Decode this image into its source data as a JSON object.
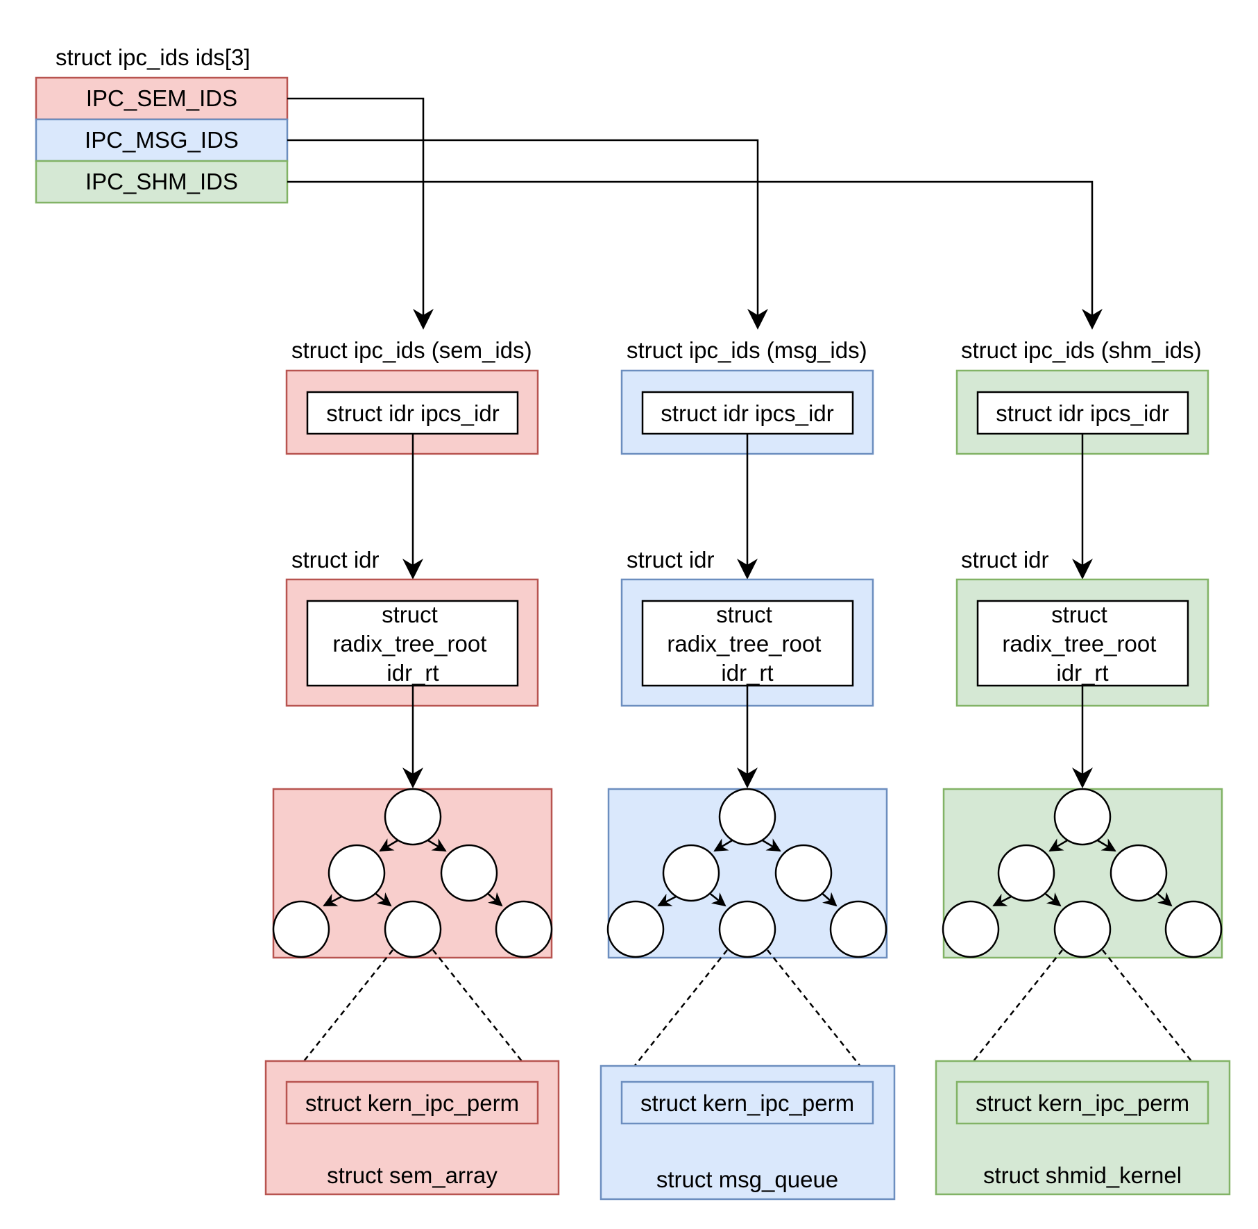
{
  "colors": {
    "sem": {
      "fill": "#f8cecc",
      "stroke": "#b85450"
    },
    "msg": {
      "fill": "#dae8fc",
      "stroke": "#6c8ebf"
    },
    "shm": {
      "fill": "#d5e8d4",
      "stroke": "#82b366"
    },
    "line": "#000000",
    "node_fill": "#ffffff"
  },
  "ids_array": {
    "title": "struct ipc_ids ids[3]",
    "entries": [
      {
        "label": "IPC_SEM_IDS",
        "color": "sem"
      },
      {
        "label": "IPC_MSG_IDS",
        "color": "msg"
      },
      {
        "label": "IPC_SHM_IDS",
        "color": "shm"
      }
    ]
  },
  "columns": [
    {
      "color": "sem",
      "ipc_ids_title": "struct ipc_ids (sem_ids)",
      "ipcs_idr_label": "struct idr ipcs_idr",
      "idr_title": "struct idr",
      "radix_lines": [
        "struct",
        "radix_tree_root",
        "idr_rt"
      ],
      "perm_label": "struct kern_ipc_perm",
      "object_label": "struct sem_array"
    },
    {
      "color": "msg",
      "ipc_ids_title": "struct ipc_ids (msg_ids)",
      "ipcs_idr_label": "struct idr ipcs_idr",
      "idr_title": "struct idr",
      "radix_lines": [
        "struct",
        "radix_tree_root",
        "idr_rt"
      ],
      "perm_label": "struct kern_ipc_perm",
      "object_label": "struct msg_queue"
    },
    {
      "color": "shm",
      "ipc_ids_title": "struct ipc_ids (shm_ids)",
      "ipcs_idr_label": "struct idr ipcs_idr",
      "idr_title": "struct idr",
      "radix_lines": [
        "struct",
        "radix_tree_root",
        "idr_rt"
      ],
      "perm_label": "struct kern_ipc_perm",
      "object_label": "struct shmid_kernel"
    }
  ]
}
